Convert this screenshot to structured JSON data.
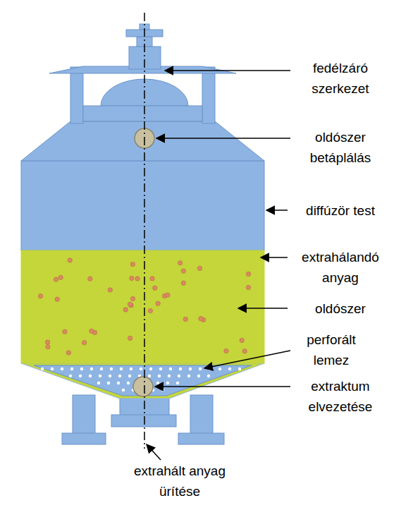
{
  "diagram": {
    "labels": [
      "fedélzáró szerkezet",
      "oldószer betáplálás",
      "diffúzör test",
      "extrahálandó anyag",
      "oldószer",
      "perforált lemez",
      "extraktum elvezetése",
      "extrahált anyag ürítése"
    ]
  }
}
